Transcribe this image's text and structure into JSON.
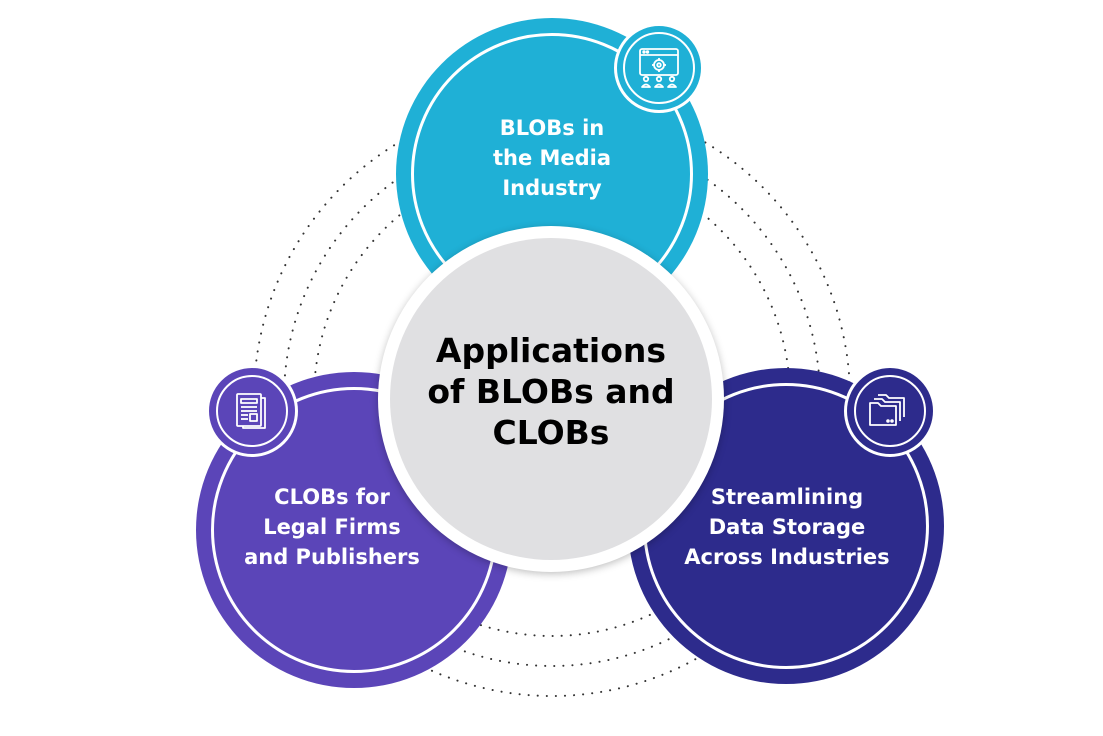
{
  "center": {
    "title_lines": [
      "Applications",
      "of BLOBs and",
      "CLOBs"
    ]
  },
  "nodes": [
    {
      "id": "media",
      "label_lines": [
        "BLOBs in",
        "the Media",
        "Industry"
      ],
      "color": "#1fb0d6",
      "icon": "media-network-icon"
    },
    {
      "id": "legal",
      "label_lines": [
        "CLOBs for",
        "Legal Firms",
        "and Publishers"
      ],
      "color": "#5b45b8",
      "icon": "document-icon"
    },
    {
      "id": "storage",
      "label_lines": [
        "Streamlining",
        "Data Storage",
        "Across Industries"
      ],
      "color": "#2d2b8c",
      "icon": "folders-icon"
    }
  ],
  "colors": {
    "center_fill": "#e0e0e2",
    "center_ring": "#ffffff",
    "dots": "#333333"
  }
}
